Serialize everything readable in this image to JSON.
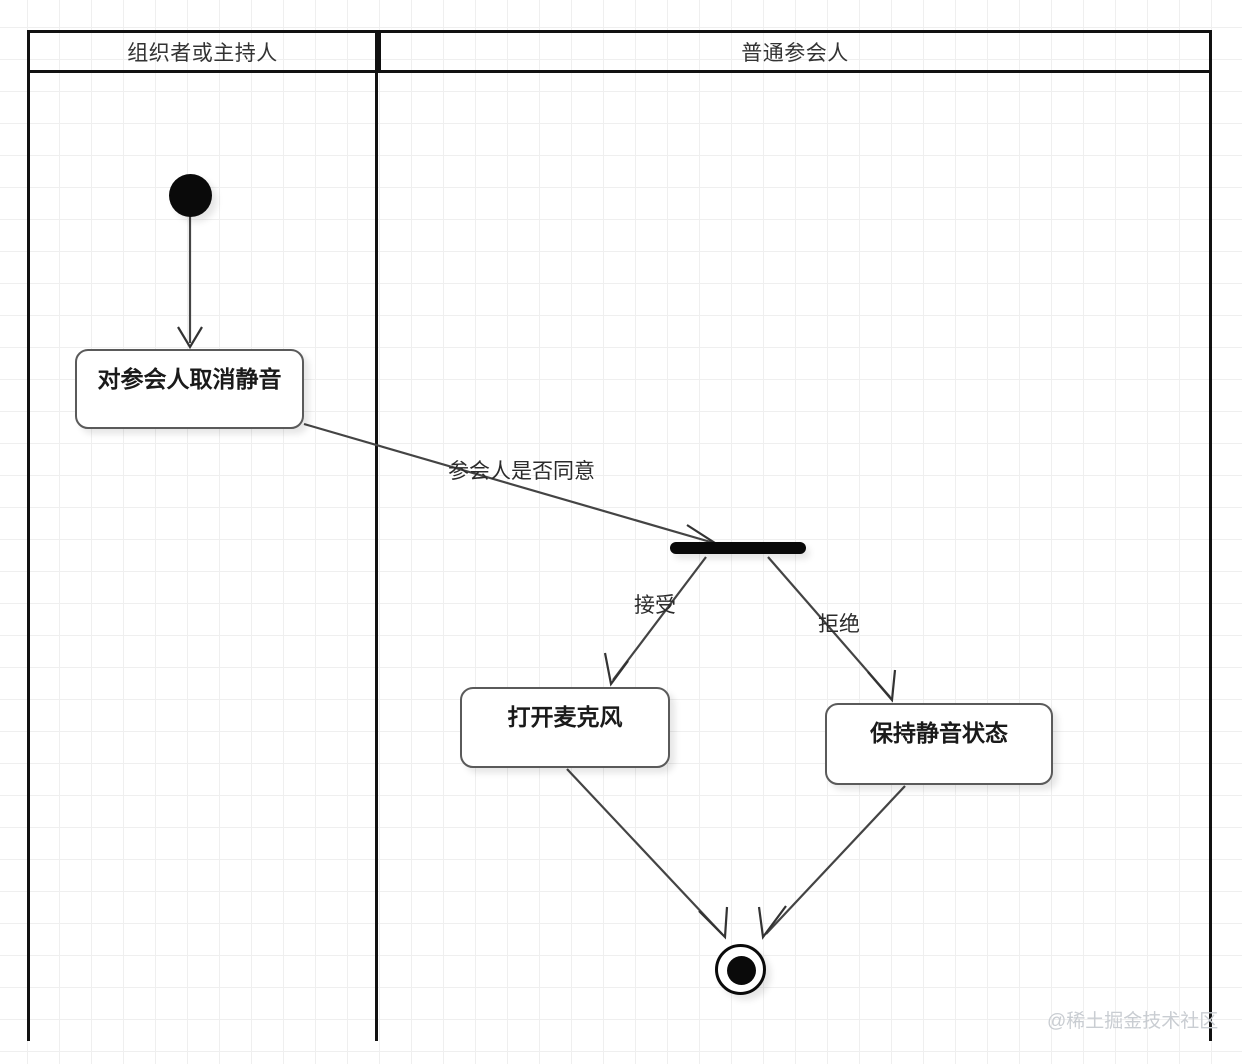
{
  "diagram": {
    "type": "uml-activity-swimlane",
    "lanes": [
      {
        "id": "organizer",
        "title": "组织者或主持人"
      },
      {
        "id": "participant",
        "title": "普通参会人"
      }
    ],
    "nodes": {
      "start": {
        "kind": "initial-node",
        "lane": "organizer"
      },
      "unmute_request": {
        "kind": "activity",
        "label": "对参会人取消静音",
        "lane": "organizer"
      },
      "fork": {
        "kind": "fork-bar",
        "lane": "participant"
      },
      "open_mic": {
        "kind": "activity",
        "label": "打开麦克风",
        "lane": "participant"
      },
      "keep_muted": {
        "kind": "activity",
        "label": "保持静音状态",
        "lane": "participant"
      },
      "end": {
        "kind": "final-node",
        "lane": "participant"
      }
    },
    "edges": [
      {
        "from": "start",
        "to": "unmute_request",
        "label": ""
      },
      {
        "from": "unmute_request",
        "to": "fork",
        "label": "参会人是否同意"
      },
      {
        "from": "fork",
        "to": "open_mic",
        "label": "接受"
      },
      {
        "from": "fork",
        "to": "keep_muted",
        "label": "拒绝"
      },
      {
        "from": "open_mic",
        "to": "end",
        "label": ""
      },
      {
        "from": "keep_muted",
        "to": "end",
        "label": ""
      }
    ]
  },
  "labels": {
    "lane_organizer": "组织者或主持人",
    "lane_participant": "普通参会人",
    "activity_unmute": "对参会人取消静音",
    "activity_open_mic": "打开麦克风",
    "activity_keep_muted": "保持静音状态",
    "edge_consent": "参会人是否同意",
    "edge_accept": "接受",
    "edge_reject": "拒绝"
  },
  "watermark": {
    "text": "@稀土掘金技术社区"
  },
  "colors": {
    "frame": "#111111",
    "node_border": "#5a5a5a",
    "node_fill": "#ffffff",
    "edge": "#444444",
    "grid": "#efefef",
    "watermark": "#c9cdd2"
  }
}
